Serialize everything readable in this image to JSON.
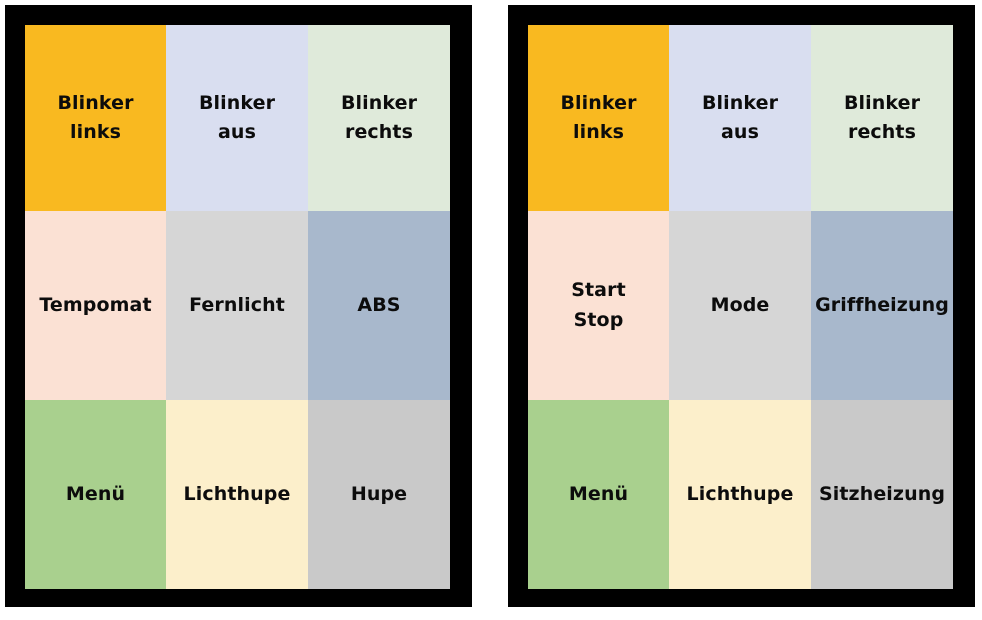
{
  "page": {
    "background_color": "#FFFFFF",
    "panel_border_color": "#000000"
  },
  "palette": {
    "orange": "#F9B920",
    "periwinkle": "#D9DEF0",
    "pale_green": "#DFEADA",
    "peach": "#FBE1D4",
    "light_gray": "#D6D6D6",
    "blue_gray": "#A8B8CC",
    "green": "#A9D08E",
    "cream": "#FCEFCB",
    "gray": "#C9C9C9",
    "text": "#0C0C0C"
  },
  "panels": [
    {
      "name": "left-keypad",
      "rows": 3,
      "columns": 3,
      "cells": [
        {
          "label": "Blinker\nlinks",
          "color": "#F9B920",
          "swatch": "orange",
          "row": 1,
          "col": 1
        },
        {
          "label": "Blinker\naus",
          "color": "#D9DEF0",
          "swatch": "periwinkle",
          "row": 1,
          "col": 2
        },
        {
          "label": "Blinker\nrechts",
          "color": "#DFEADA",
          "swatch": "pale_green",
          "row": 1,
          "col": 3
        },
        {
          "label": "Tempomat",
          "color": "#FBE1D4",
          "swatch": "peach",
          "row": 2,
          "col": 1
        },
        {
          "label": "Fernlicht",
          "color": "#D6D6D6",
          "swatch": "light_gray",
          "row": 2,
          "col": 2
        },
        {
          "label": "ABS",
          "color": "#A8B8CC",
          "swatch": "blue_gray",
          "row": 2,
          "col": 3
        },
        {
          "label": "Menü",
          "color": "#A9D08E",
          "swatch": "green",
          "row": 3,
          "col": 1
        },
        {
          "label": "Lichthupe",
          "color": "#FCEFCB",
          "swatch": "cream",
          "row": 3,
          "col": 2
        },
        {
          "label": "Hupe",
          "color": "#C9C9C9",
          "swatch": "gray",
          "row": 3,
          "col": 3
        }
      ]
    },
    {
      "name": "right-keypad",
      "rows": 3,
      "columns": 3,
      "cells": [
        {
          "label": "Blinker\nlinks",
          "color": "#F9B920",
          "swatch": "orange",
          "row": 1,
          "col": 1
        },
        {
          "label": "Blinker\naus",
          "color": "#D9DEF0",
          "swatch": "periwinkle",
          "row": 1,
          "col": 2
        },
        {
          "label": "Blinker\nrechts",
          "color": "#DFEADA",
          "swatch": "pale_green",
          "row": 1,
          "col": 3
        },
        {
          "label": "Start\nStop",
          "color": "#FBE1D4",
          "swatch": "peach",
          "row": 2,
          "col": 1
        },
        {
          "label": "Mode",
          "color": "#D6D6D6",
          "swatch": "light_gray",
          "row": 2,
          "col": 2
        },
        {
          "label": "Griffheizung",
          "color": "#A8B8CC",
          "swatch": "blue_gray",
          "row": 2,
          "col": 3
        },
        {
          "label": "Menü",
          "color": "#A9D08E",
          "swatch": "green",
          "row": 3,
          "col": 1
        },
        {
          "label": "Lichthupe",
          "color": "#FCEFCB",
          "swatch": "cream",
          "row": 3,
          "col": 2
        },
        {
          "label": "Sitzheizung",
          "color": "#C9C9C9",
          "swatch": "gray",
          "row": 3,
          "col": 3
        }
      ]
    }
  ]
}
